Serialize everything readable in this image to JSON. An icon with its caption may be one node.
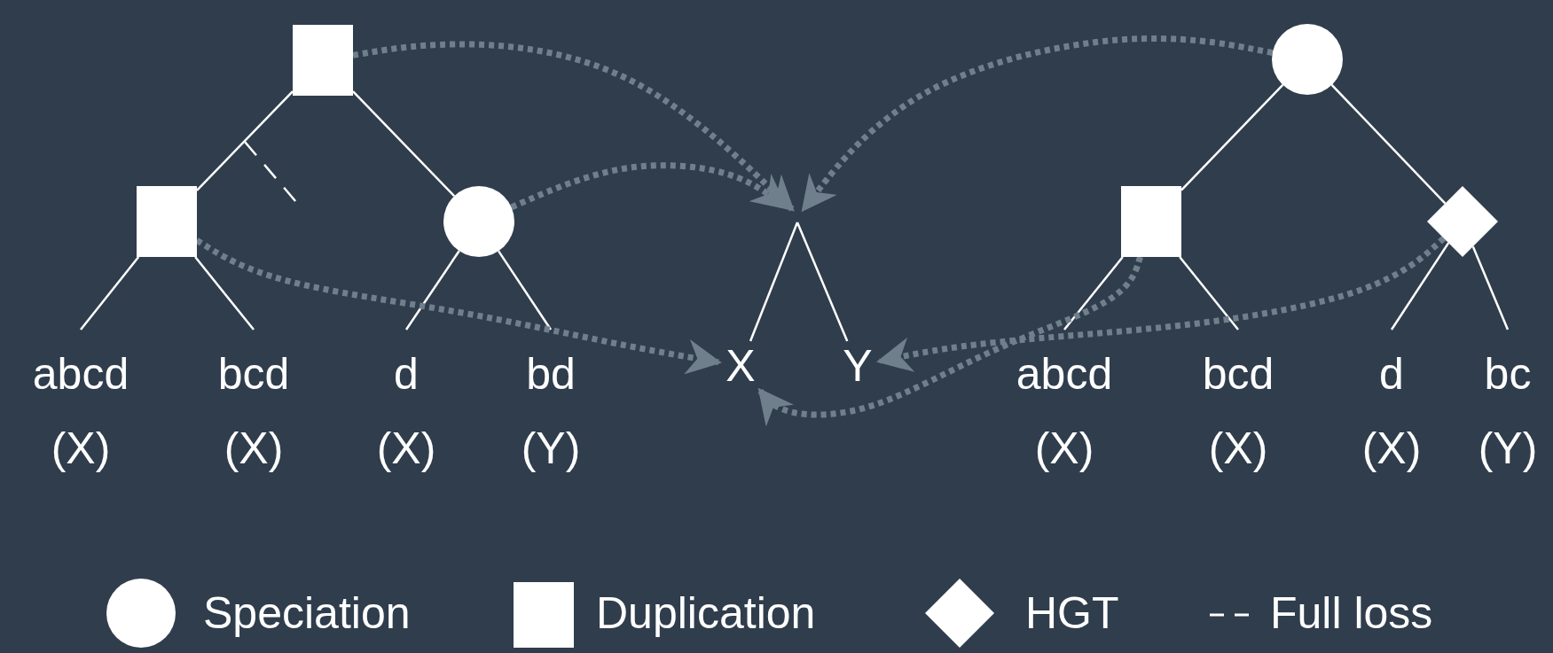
{
  "diagram": {
    "nodes": [
      {
        "text": [],
        "shape": "box"
      },
      {
        "text": [],
        "shape": "box"
      },
      {
        "text": [],
        "shape": "circle"
      },
      {
        "text": [
          "abcd",
          "(X)"
        ]
      },
      {
        "text": [
          "bcd",
          "(X)"
        ]
      },
      {
        "text": [
          "d",
          "(X)"
        ]
      },
      {
        "text": [
          "bd",
          "(Y)"
        ]
      },
      {
        "text": [
          "X"
        ]
      },
      {
        "text": [
          "Y"
        ]
      },
      {
        "text": [],
        "shape": "circle"
      },
      {
        "text": [],
        "shape": "box"
      },
      {
        "text": [],
        "shape": "diamond"
      },
      {
        "text": [
          "abcd",
          "(X)"
        ]
      },
      {
        "text": [
          "bcd",
          "(X)"
        ]
      },
      {
        "text": [
          "d",
          "(X)"
        ]
      },
      {
        "text": [
          "bc",
          "(Y)"
        ]
      }
    ],
    "edges": [
      {
        "from": 0,
        "to": 1,
        "arrow": "none"
      },
      {
        "from": 0,
        "to": 2,
        "arrow": "none"
      },
      {
        "from": 1,
        "to": 3,
        "arrow": "none"
      },
      {
        "from": 1,
        "to": 4,
        "arrow": "none"
      },
      {
        "from": 2,
        "to": 5,
        "arrow": "none"
      },
      {
        "from": 2,
        "to": 6,
        "arrow": "none"
      },
      {
        "from": null,
        "to": 7,
        "arrow": "none"
      },
      {
        "from": null,
        "to": 8,
        "arrow": "none"
      },
      {
        "from": 9,
        "to": 10,
        "arrow": "none"
      },
      {
        "from": 9,
        "to": 11,
        "arrow": "none"
      },
      {
        "from": 10,
        "to": 12,
        "arrow": "none"
      },
      {
        "from": 10,
        "to": 13,
        "arrow": "none"
      },
      {
        "from": 11,
        "to": 14,
        "arrow": "none"
      },
      {
        "from": 11,
        "to": 15,
        "arrow": "none"
      },
      {
        "from": 0,
        "to": null,
        "arrow": "to",
        "style": "dashed",
        "color": "#6f808c"
      },
      {
        "from": 2,
        "to": null,
        "arrow": "to",
        "style": "dashed",
        "color": "#6f808c"
      },
      {
        "from": 9,
        "to": null,
        "arrow": "to",
        "style": "dashed",
        "color": "#6f808c"
      },
      {
        "from": 1,
        "to": 7,
        "arrow": "to",
        "style": "dashed",
        "color": "#6f808c"
      },
      {
        "from": 10,
        "to": 7,
        "arrow": "to",
        "style": "dashed",
        "color": "#6f808c"
      },
      {
        "from": 11,
        "to": 8,
        "arrow": "to",
        "style": "dashed",
        "color": "#6f808c"
      }
    ],
    "legend": [
      {
        "text": "Speciation"
      },
      {
        "text": "Duplication"
      },
      {
        "text": "HGT"
      },
      {
        "text": "Full loss"
      }
    ]
  }
}
